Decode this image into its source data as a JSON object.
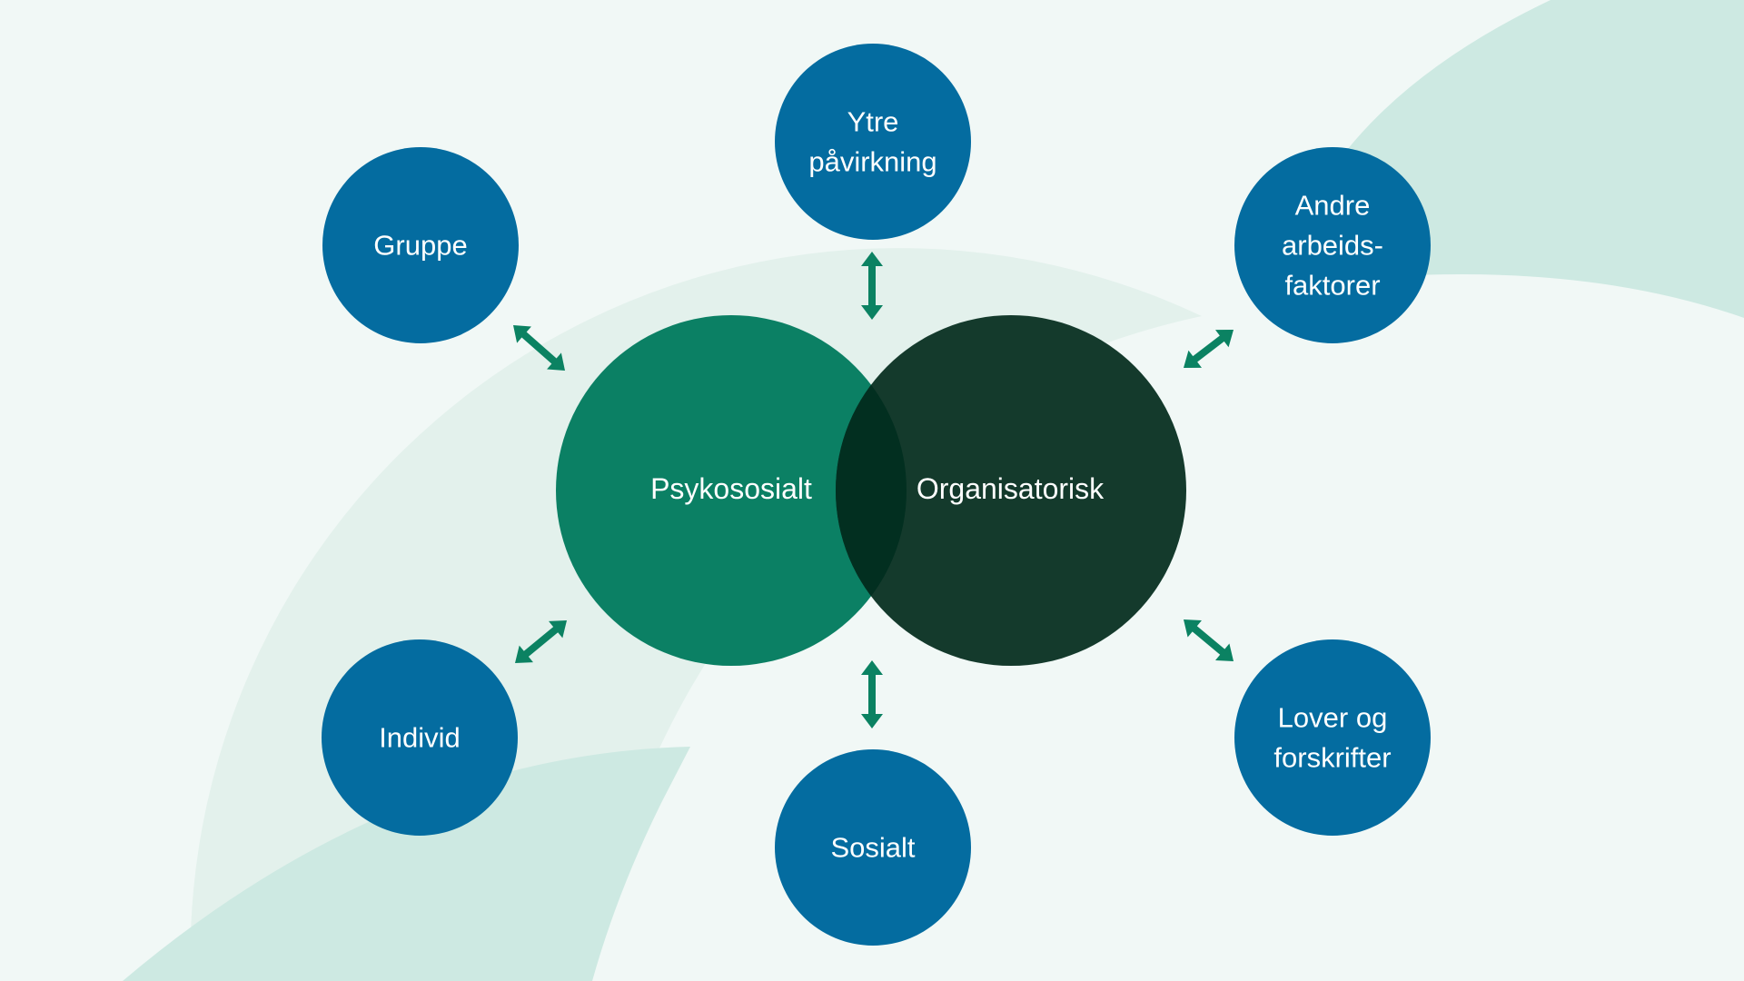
{
  "diagram": {
    "type": "venn-with-satellites",
    "colors": {
      "background": "#f1f8f6",
      "arc_light": "#e3f1ec",
      "arc_teal": "#cde9e2",
      "satellite_fill": "#046ca0",
      "psykososialt_fill": "#0b8064",
      "organisatorisk_fill": "#143a2c",
      "overlap_fill": "#022f20",
      "arrow": "#0b8262",
      "text": "#ffffff"
    },
    "core": [
      {
        "id": "psykososialt",
        "label": "Psykososialt"
      },
      {
        "id": "organisatorisk",
        "label": "Organisatorisk"
      }
    ],
    "satellites": [
      {
        "id": "gruppe",
        "lines": [
          "Gruppe"
        ]
      },
      {
        "id": "ytre-pavirkning",
        "lines": [
          "Ytre",
          "påvirkning"
        ]
      },
      {
        "id": "andre-arbeidsfaktorer",
        "lines": [
          "Andre",
          "arbeids-",
          "faktorer"
        ]
      },
      {
        "id": "individ",
        "lines": [
          "Individ"
        ]
      },
      {
        "id": "sosialt",
        "lines": [
          "Sosialt"
        ]
      },
      {
        "id": "lover-og-forskrifter",
        "lines": [
          "Lover og",
          "forskrifter"
        ]
      }
    ],
    "connections": [
      {
        "from": "gruppe",
        "to": "psykososialt",
        "type": "bidirectional-arrow"
      },
      {
        "from": "ytre-pavirkning",
        "to": "core",
        "type": "bidirectional-arrow"
      },
      {
        "from": "andre-arbeidsfaktorer",
        "to": "organisatorisk",
        "type": "bidirectional-arrow"
      },
      {
        "from": "individ",
        "to": "psykososialt",
        "type": "bidirectional-arrow"
      },
      {
        "from": "sosialt",
        "to": "core",
        "type": "bidirectional-arrow"
      },
      {
        "from": "lover-og-forskrifter",
        "to": "organisatorisk",
        "type": "bidirectional-arrow"
      }
    ]
  }
}
